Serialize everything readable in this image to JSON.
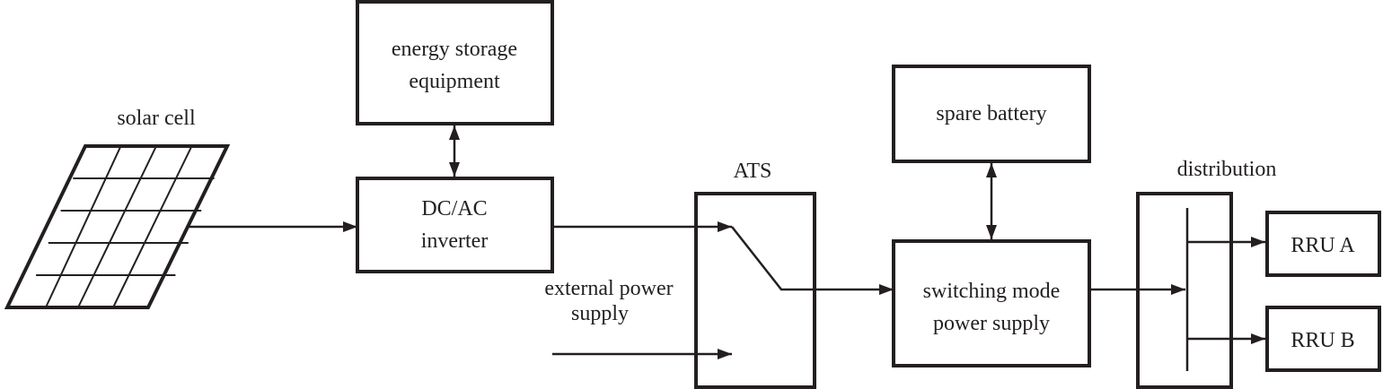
{
  "labels": {
    "solar_cell": "solar cell",
    "energy_storage_line1": "energy storage",
    "energy_storage_line2": "equipment",
    "inverter_line1": "DC/AC",
    "inverter_line2": "inverter",
    "ats": "ATS",
    "external_power_line1": "external power",
    "external_power_line2": "supply",
    "spare_battery": "spare battery",
    "smps_line1": "switching mode",
    "smps_line2": "power supply",
    "distribution": "distribution",
    "rru_a": "RRU A",
    "rru_b": "RRU B"
  },
  "colors": {
    "stroke": "#231f20",
    "background": "#ffffff"
  }
}
